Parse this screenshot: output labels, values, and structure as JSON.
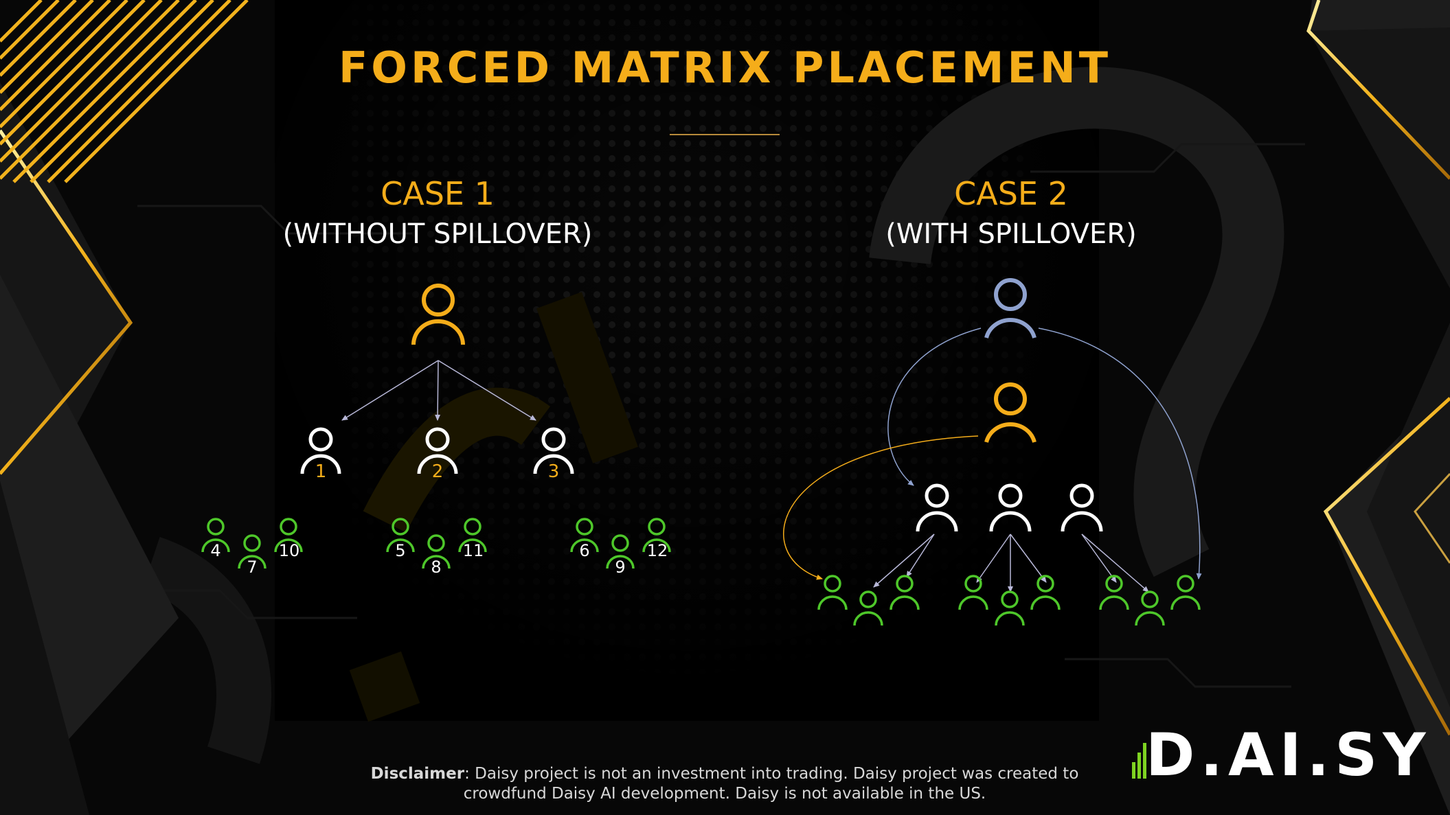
{
  "slide": {
    "title": "FORCED MATRIX PLACEMENT",
    "case1": {
      "title": "CASE 1",
      "subtitle": "(WITHOUT SPILLOVER)"
    },
    "case2": {
      "title": "CASE 2",
      "subtitle": "(WITH SPILLOVER)"
    },
    "case1_level1_labels": [
      "1",
      "2",
      "3"
    ],
    "case1_level2_labels": [
      "4",
      "7",
      "10",
      "5",
      "8",
      "11",
      "6",
      "9",
      "12"
    ],
    "disclaimer_prefix": "Disclaimer",
    "disclaimer_line1": ": Daisy project is not an investment into trading. Daisy project was created to",
    "disclaimer_line2": "crowdfund Daisy AI development. Daisy is not available in the US.",
    "logo_text": "D.AI.SY"
  },
  "colors": {
    "gold": "#f5ad1a",
    "white": "#ffffff",
    "green": "#4ec72a",
    "blue_gray": "#8fa2cf",
    "arrow": "#b8b8d8"
  },
  "icons": [
    "person-icon",
    "arrow-icon"
  ]
}
